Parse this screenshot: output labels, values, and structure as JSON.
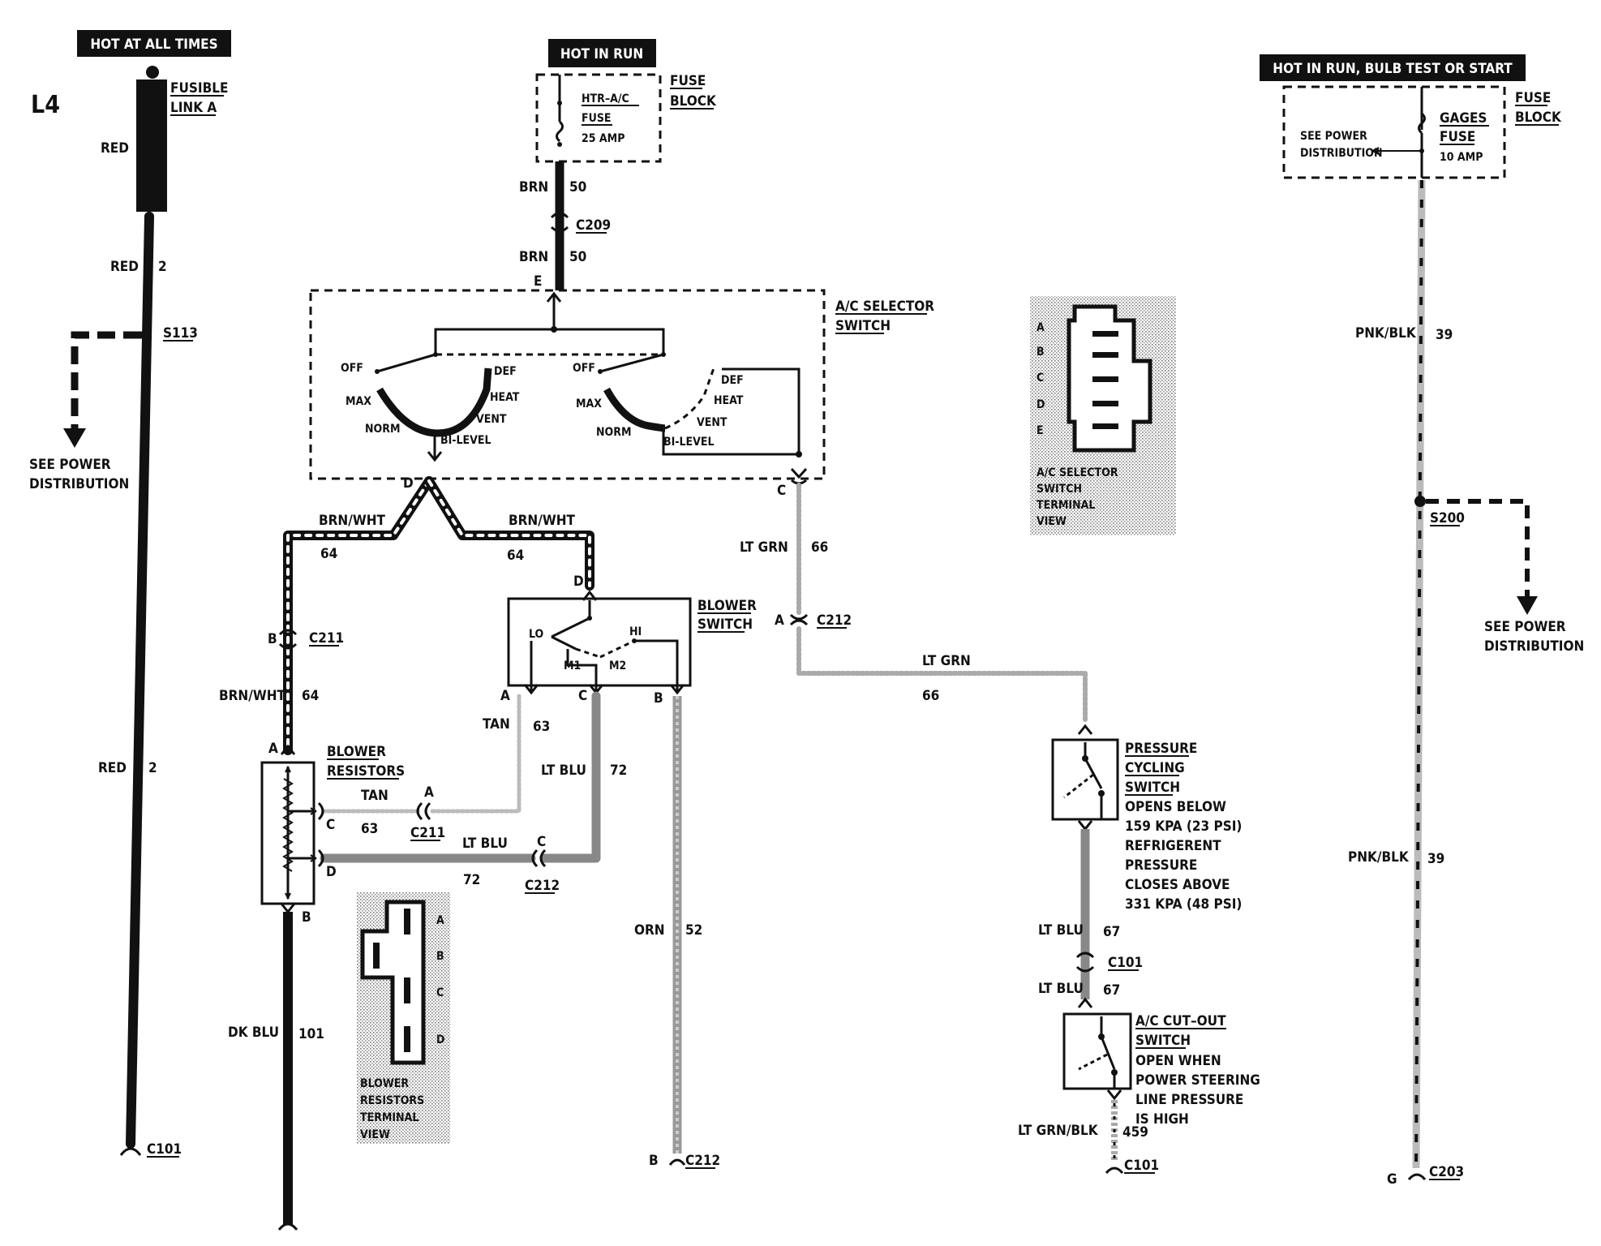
{
  "diagram": {
    "page_ref": "L4",
    "power": {
      "hot_at_all_times": "HOT AT ALL TIMES",
      "hot_in_run": "HOT IN RUN",
      "hot_in_run_bulb": "HOT IN RUN,  BULB TEST OR START"
    },
    "fusible_link": [
      "FUSIBLE",
      "LINK A"
    ],
    "fuse_block": [
      "FUSE",
      "BLOCK"
    ],
    "htr_fuse": [
      "HTR–A/C",
      "FUSE",
      "25 AMP"
    ],
    "gages_fuse": [
      "GAGES",
      "FUSE",
      "10 AMP"
    ],
    "see_power_distribution": [
      "SEE POWER",
      "DISTRIBUTION"
    ],
    "splices": {
      "s113": "S113",
      "s200": "S200"
    },
    "connectors": {
      "c209": "C209",
      "c211": "C211",
      "c212": "C212",
      "c101": "C101",
      "c203": "C203"
    },
    "wires": {
      "red": "RED",
      "red_num": "2",
      "brn": "BRN",
      "brn_num": "50",
      "brn_wht": "BRN/WHT",
      "brn_wht_num": "64",
      "tan": "TAN",
      "tan_num": "63",
      "lt_blu": "LT BLU",
      "lt_blu_72": "72",
      "lt_blu_67": "67",
      "orn": "ORN",
      "orn_num": "52",
      "lt_grn": "LT GRN",
      "lt_grn_num": "66",
      "dk_blu": "DK BLU",
      "dk_blu_num": "101",
      "pnk_blk": "PNK/BLK",
      "pnk_blk_num": "39",
      "lt_grn_blk": "LT GRN/BLK",
      "lt_grn_blk_num": "459"
    },
    "ac_selector": {
      "title": [
        "A/C SELECTOR",
        "SWITCH"
      ],
      "positions": [
        "OFF",
        "DEF",
        "MAX",
        "HEAT",
        "VENT",
        "NORM",
        "BI-LEVEL"
      ]
    },
    "blower_switch": {
      "title": [
        "BLOWER",
        "SWITCH"
      ],
      "labels": [
        "LO",
        "HI",
        "M1",
        "M2"
      ]
    },
    "blower_resistors": {
      "title": [
        "BLOWER",
        "RESISTORS"
      ]
    },
    "pressure_cycling": {
      "title": [
        "PRESSURE",
        "CYCLING",
        "SWITCH"
      ],
      "desc": [
        "OPENS BELOW",
        "159 KPA (23 PSI)",
        "REFRIGERENT",
        "PRESSURE",
        "CLOSES ABOVE",
        "331 KPA (48 PSI)"
      ]
    },
    "ac_cutout": {
      "title": [
        "A/C CUT–OUT",
        "SWITCH"
      ],
      "desc": [
        "OPEN WHEN",
        "POWER STEERING",
        "LINE PRESSURE",
        "IS HIGH"
      ]
    },
    "terminal_views": {
      "selector": [
        "A/C SELECTOR",
        "SWITCH",
        "TERMINAL",
        "VIEW"
      ],
      "resistors": [
        "BLOWER",
        "RESISTORS",
        "TERMINAL",
        "VIEW"
      ]
    },
    "pins": {
      "a": "A",
      "b": "B",
      "c": "C",
      "d": "D",
      "e": "E",
      "g": "G"
    }
  }
}
